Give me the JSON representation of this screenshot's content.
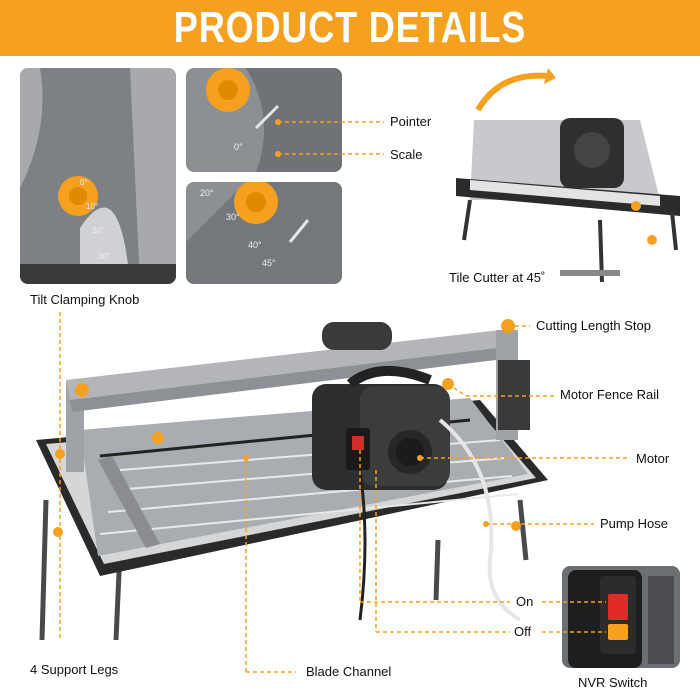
{
  "banner": {
    "title": "PRODUCT DETAILS",
    "color": "#f5a11f"
  },
  "labels": {
    "pointer": "Pointer",
    "scale": "Scale",
    "tile_cutter_45": "Tile Cutter at 45˚",
    "tilt_clamping_knob": "Tilt Clamping Knob",
    "cutting_length_stop": "Cutting Length Stop",
    "motor_fence_rail": "Motor Fence Rail",
    "motor": "Motor",
    "pump_hose": "Pump Hose",
    "on": "On",
    "off": "Off",
    "support_legs": "4 Support Legs",
    "blade_channel": "Blade Channel",
    "nvr_switch": "NVR Switch"
  },
  "scale_marks": {
    "photo1": [
      "0°",
      "10°",
      "20°",
      "30°"
    ],
    "photo2": [
      "0°"
    ],
    "photo3": [
      "20°",
      "30°",
      "40°",
      "45°"
    ]
  },
  "colors": {
    "accent": "#f5a11f",
    "metal": "#9a9ca0",
    "dark": "#2b2b2b",
    "leader": "#f5a11f"
  }
}
